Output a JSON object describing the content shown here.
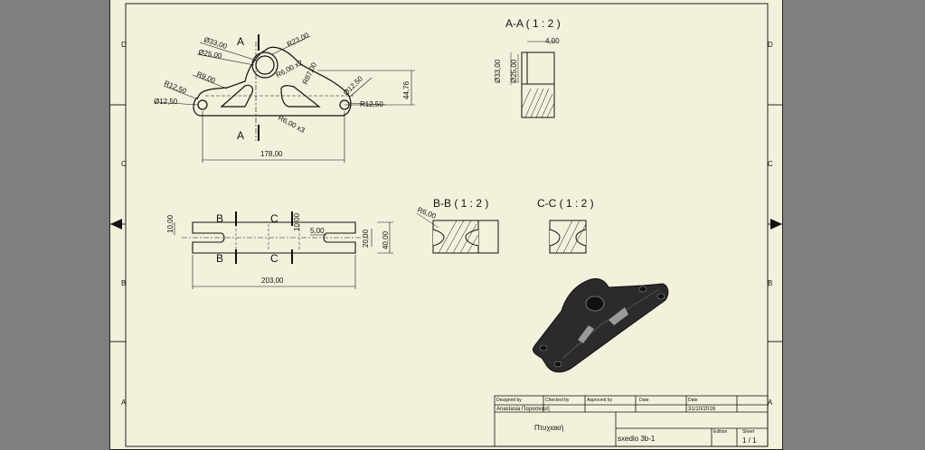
{
  "zones": {
    "left": [
      "D",
      "C",
      "B",
      "A"
    ],
    "right": [
      "D",
      "C",
      "B",
      "A"
    ]
  },
  "section_titles": {
    "aa": "A-A ( 1 : 2 )",
    "bb": "B-B ( 1 : 2 )",
    "cc": "C-C ( 1 : 2 )"
  },
  "markers": {
    "a": "A",
    "b": "B",
    "c": "C"
  },
  "top_view_dims": {
    "d33": "Ø33,00",
    "d25": "Ø25,00",
    "r23": "R23,00",
    "r9": "R9,00",
    "r6x2a": "R6,00 x2",
    "r87": "R87,00",
    "r12_left": "R12,50",
    "d12_left": "Ø12,50",
    "d12_right": "Ø12,50",
    "r12_right": "R12,50",
    "h4476": "44,76",
    "r6x2b": "R6,00 x3",
    "w178": "178,00"
  },
  "front_view_dims": {
    "h10a": "10,00",
    "h10b": "10,00",
    "w5": "5,00",
    "h20": "20,00",
    "h40": "40,00",
    "w203": "203,00"
  },
  "section_dims": {
    "w4": "4,00",
    "d33": "Ø33,00",
    "d25": "Ø25,00",
    "r6": "R6,00"
  },
  "title_block": {
    "designed_by_label": "Designed by",
    "designed_by": "Anastasia Παρασκευή",
    "checked_by_label": "Checked by",
    "approved_by_label": "Approved by",
    "date_label": "Date",
    "date_col_label": "Date",
    "date": "31/10/2016",
    "title": "Πτυχιακή",
    "filename": "sxedio 3b-1",
    "edition_label": "Edition",
    "sheet_label": "Sheet",
    "sheet": "1 / 1"
  }
}
